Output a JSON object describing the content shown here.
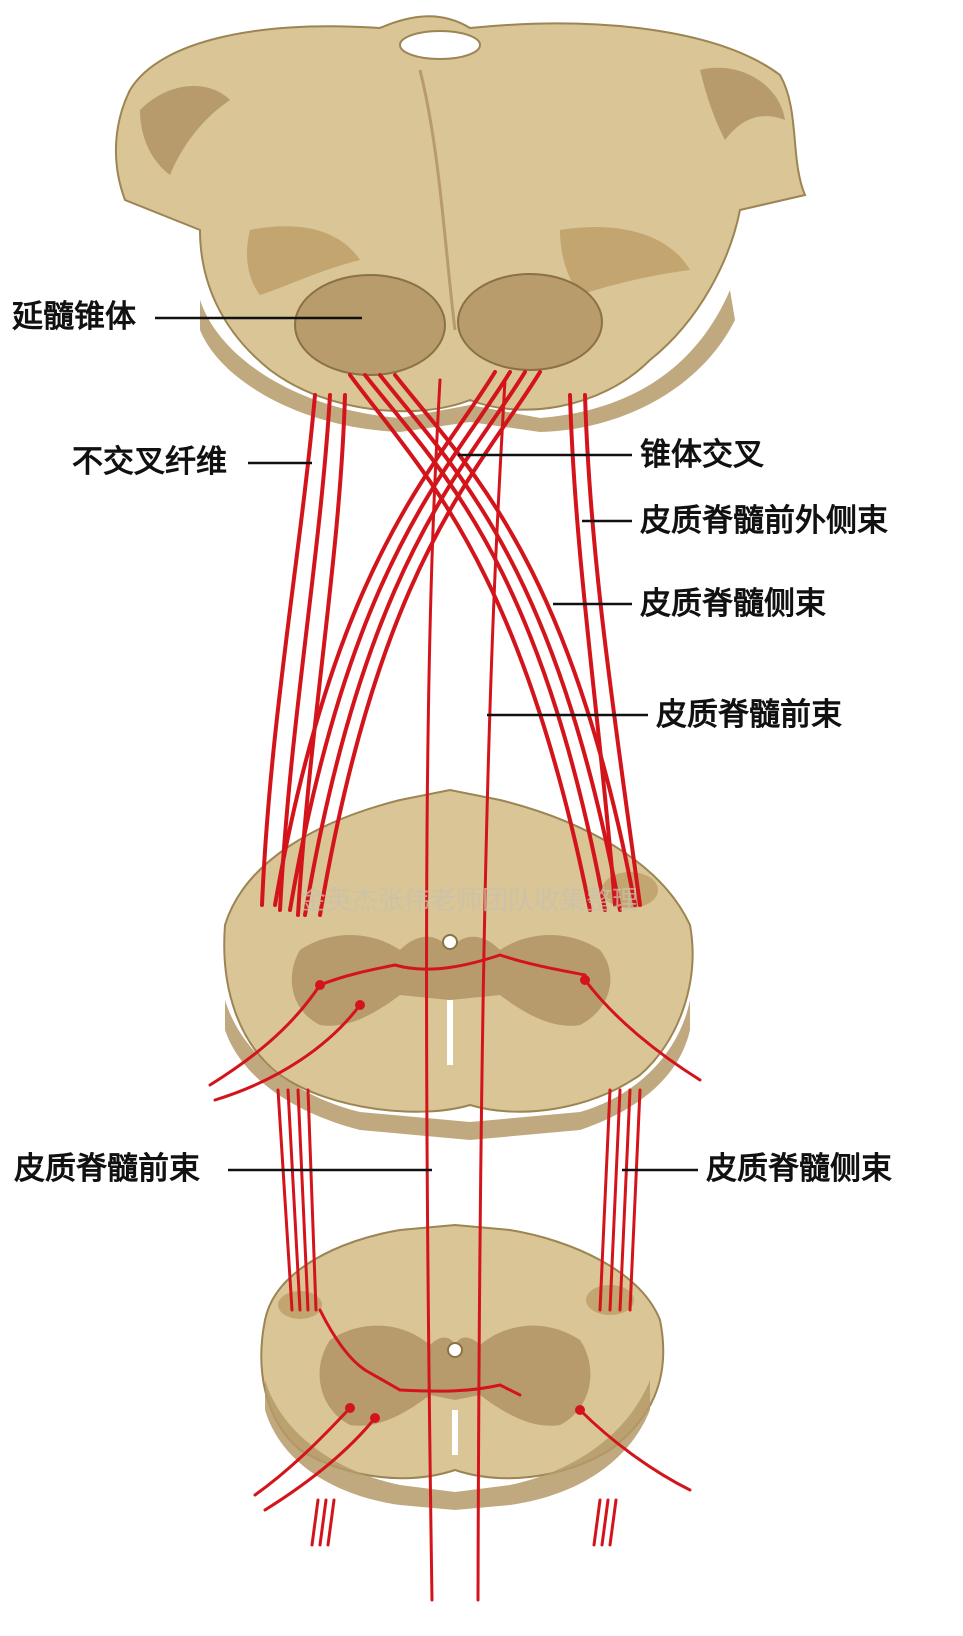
{
  "labels": {
    "medulla_pyramid": "延髓锥体",
    "uncrossed_fibers": "不交叉纤维",
    "pyramidal_decussation": "锥体交叉",
    "anterolateral_tract": "皮质脊髓前外侧束",
    "lateral_tract_upper": "皮质脊髓侧束",
    "anterior_tract_upper": "皮质脊髓前束",
    "anterior_tract_lower": "皮质脊髓前束",
    "lateral_tract_lower": "皮质脊髓侧束"
  },
  "watermark": "金英杰张伟老师团队收集整理",
  "colors": {
    "tissue": "#d9c595",
    "tissue_edge": "#9c8453",
    "grey_matter": "#b79b6c",
    "fiber": "#d4141b",
    "text": "#111111"
  }
}
